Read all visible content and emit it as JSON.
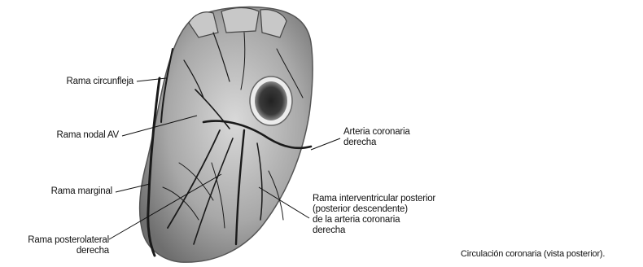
{
  "labels": {
    "circunfleja": "Rama circunfleja",
    "nodal_av": "Rama nodal AV",
    "marginal": "Rama marginal",
    "posterolateral_l1": "Rama posterolateral",
    "posterolateral_l2": "derecha",
    "coronaria_l1": "Arteria coronaria",
    "coronaria_l2": "derecha",
    "interventricular_l1": "Rama interventricular posterior",
    "interventricular_l2": "(posterior descendente)",
    "interventricular_l3": "de la arteria coronaria",
    "interventricular_l4": "derecha"
  },
  "caption": "Circulación coronaria (vista posterior)."
}
